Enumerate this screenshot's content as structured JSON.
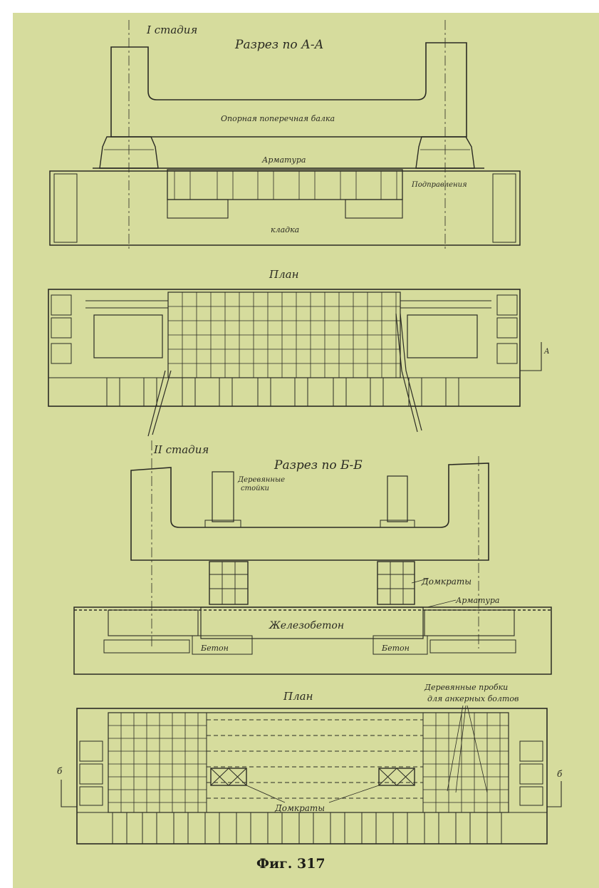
{
  "figure": {
    "caption": "Фиг. 317",
    "stage1": {
      "stage_label": "I стадия",
      "section_title": "Разрез по А-А",
      "beam_label": "Опорная поперечная балка",
      "rebar_label": "Арматура",
      "subgrade_label": "Подправления",
      "masonry_label": "кладка",
      "plan_title": "План",
      "section_mark": "А"
    },
    "stage2": {
      "stage_label": "II стадия",
      "section_title": "Разрез по Б-Б",
      "posts_label_1": "Деревянные",
      "posts_label_2": "стойки",
      "jacks_label": "Домкраты",
      "rebar_label": "Арматура",
      "rc_label": "Железобетон",
      "concrete_left_label": "Бетон",
      "concrete_right_label": "Бетон",
      "plugs_label_1": "Деревянные пробки",
      "plugs_label_2": "для анкерных болтов",
      "plan_title": "План",
      "plan_jacks_label": "Домкраты",
      "section_mark_left": "б",
      "section_mark_right": "б"
    },
    "colors": {
      "paper": "#d6dc9d",
      "ink": "#2b2b24"
    }
  }
}
